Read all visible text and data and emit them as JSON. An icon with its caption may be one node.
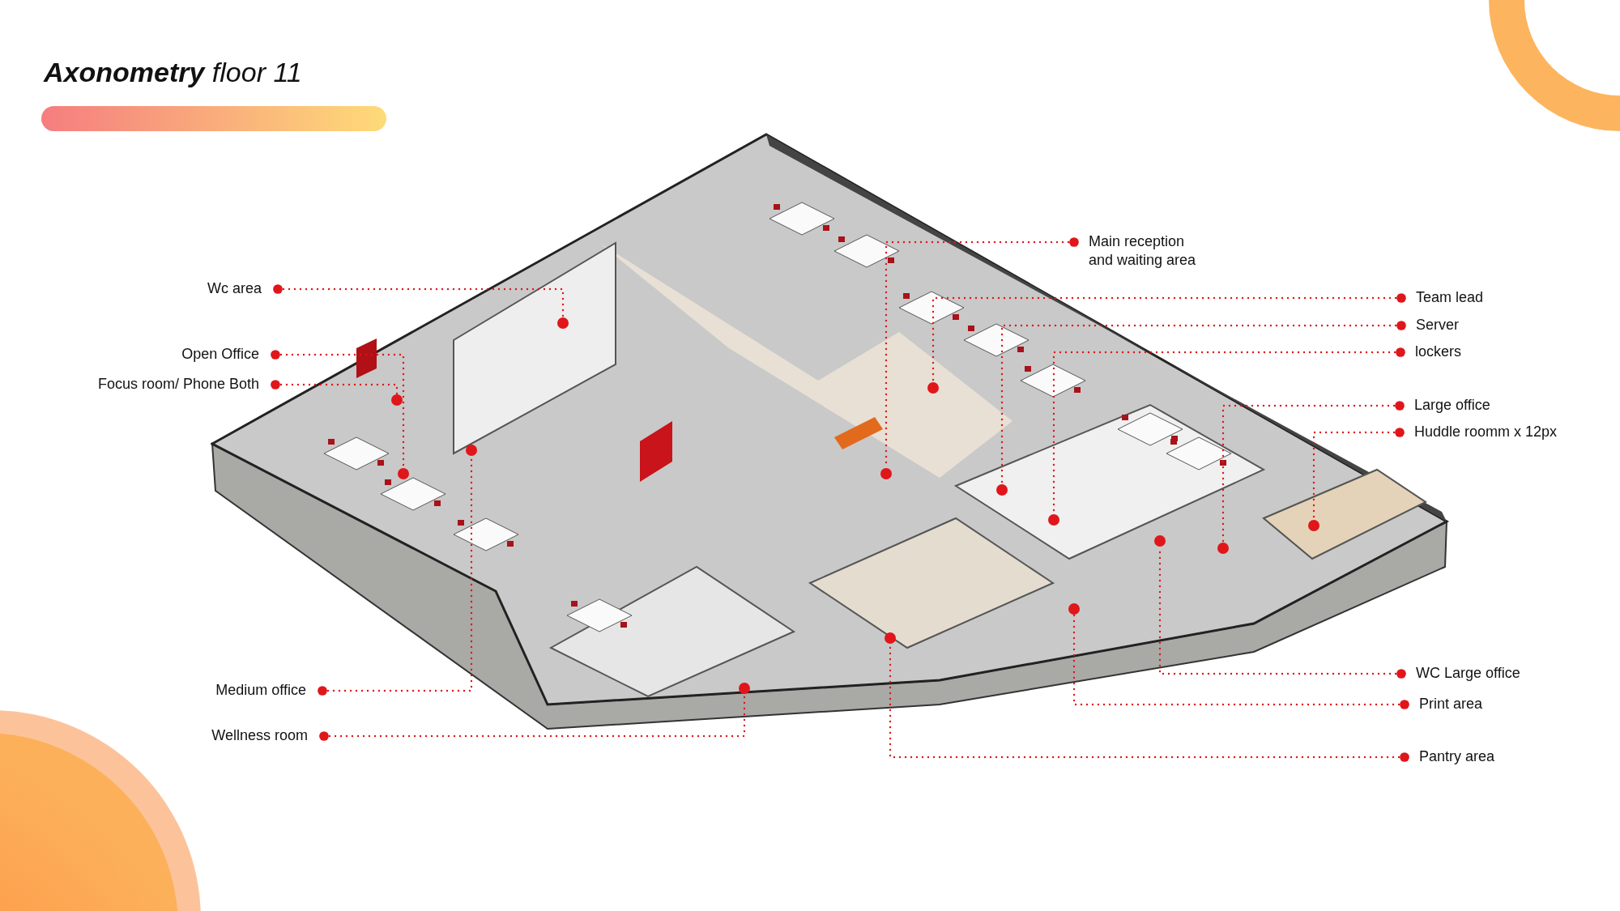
{
  "diagram": {
    "title": "**Axonometry** floor 11",
    "nodes": [
      {
        "text": [],
        "shape": "bar"
      },
      {
        "text": [],
        "shape": "picture"
      },
      {
        "text": [
          "Wc area"
        ]
      },
      {
        "text": [
          "Open Office"
        ]
      },
      {
        "text": [
          "Focus room/ Phone Both"
        ]
      },
      {
        "text": [
          "Medium office"
        ]
      },
      {
        "text": [
          "Wellness room"
        ]
      },
      {
        "text": [
          "Main reception and waiting area"
        ]
      },
      {
        "text": [
          "Team lead"
        ]
      },
      {
        "text": [
          "Server"
        ]
      },
      {
        "text": [
          "lockers"
        ]
      },
      {
        "text": [
          "Large office"
        ]
      },
      {
        "text": [
          "Huddle roomm x 12px"
        ]
      },
      {
        "text": [
          "WC Large office"
        ]
      },
      {
        "text": [
          "Print area"
        ]
      },
      {
        "text": [
          "Pantry area"
        ]
      },
      {
        "text": [],
        "shape": "circle",
        "in": 1
      },
      {
        "text": [],
        "shape": "circle",
        "in": 1
      },
      {
        "text": [],
        "shape": "circle",
        "in": 1
      },
      {
        "text": [],
        "shape": "circle",
        "in": 1
      },
      {
        "text": [],
        "shape": "circle",
        "in": 1
      },
      {
        "text": [],
        "shape": "circle",
        "in": 1
      },
      {
        "text": [],
        "shape": "circle",
        "in": 1
      },
      {
        "text": [],
        "shape": "circle",
        "in": 1
      },
      {
        "text": [],
        "shape": "circle",
        "in": 1
      },
      {
        "text": [],
        "shape": "circle",
        "in": 1
      },
      {
        "text": [],
        "shape": "circle",
        "in": 1
      },
      {
        "text": [],
        "shape": "circle",
        "in": 1
      },
      {
        "text": [],
        "shape": "circle",
        "in": 1
      },
      {
        "text": [],
        "shape": "circle",
        "in": 1
      }
    ],
    "edges": [
      {
        "from": 2,
        "to": 16,
        "arrow": "other",
        "style": "dashed"
      },
      {
        "from": 3,
        "to": 17,
        "arrow": "other",
        "style": "dashed"
      },
      {
        "from": 4,
        "to": 18,
        "arrow": "other",
        "style": "dashed"
      },
      {
        "from": 5,
        "to": 19,
        "arrow": "other",
        "style": "dashed"
      },
      {
        "from": 6,
        "to": 20,
        "arrow": "other",
        "style": "dashed"
      },
      {
        "from": 7,
        "to": 21,
        "arrow": "other",
        "style": "dashed"
      },
      {
        "from": 8,
        "to": 22,
        "arrow": "other",
        "style": "dashed"
      },
      {
        "from": 9,
        "to": 23,
        "arrow": "other",
        "style": "dashed"
      },
      {
        "from": 10,
        "to": 24,
        "arrow": "other",
        "style": "dashed"
      },
      {
        "from": 11,
        "to": 25,
        "arrow": "other",
        "style": "dashed"
      },
      {
        "from": 12,
        "to": 26,
        "arrow": "other",
        "style": "dashed"
      },
      {
        "from": 13,
        "to": 27,
        "arrow": "other",
        "style": "dashed"
      },
      {
        "from": 14,
        "to": 28,
        "arrow": "other",
        "style": "dashed"
      },
      {
        "from": 15,
        "to": 29,
        "arrow": "other",
        "style": "dashed"
      }
    ]
  }
}
